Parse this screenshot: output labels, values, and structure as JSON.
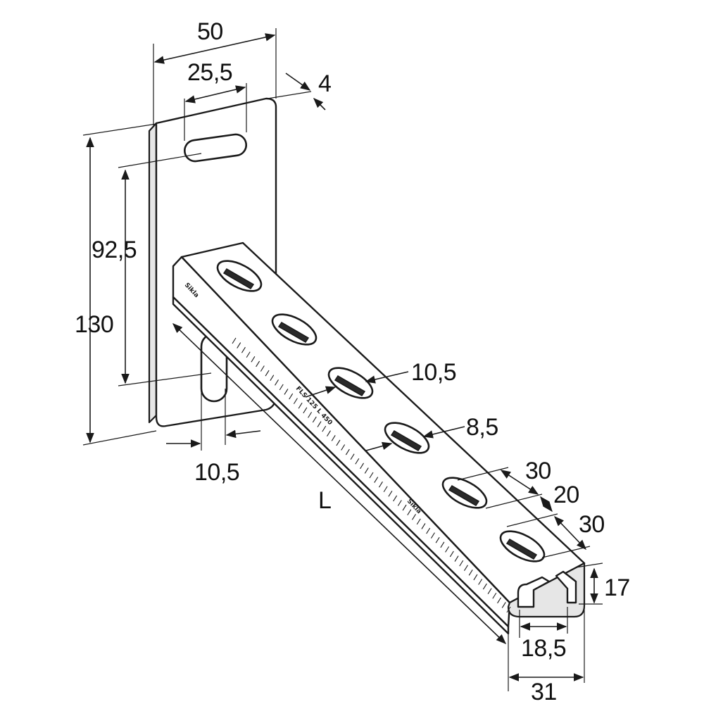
{
  "diagram": {
    "dimensions": {
      "plate_width": "50",
      "slot_spacing": "25,5",
      "plate_thickness": "4",
      "overall_height": "130",
      "slot_height": "92,5",
      "side_slot_width": "10,5",
      "top_slot_width": "10,5",
      "top_slot_inner": "8,5",
      "slot_pitch_a": "30",
      "slot_gap": "20",
      "slot_pitch_b": "30",
      "profile_height": "17",
      "profile_opening": "18,5",
      "profile_width": "31",
      "length": "L"
    },
    "markings": {
      "brand": "Sikla",
      "code": "FLS 125 L 450"
    },
    "colors": {
      "line": "#1a1a1a",
      "shade": "#e6e6e6",
      "background": "#ffffff"
    }
  }
}
